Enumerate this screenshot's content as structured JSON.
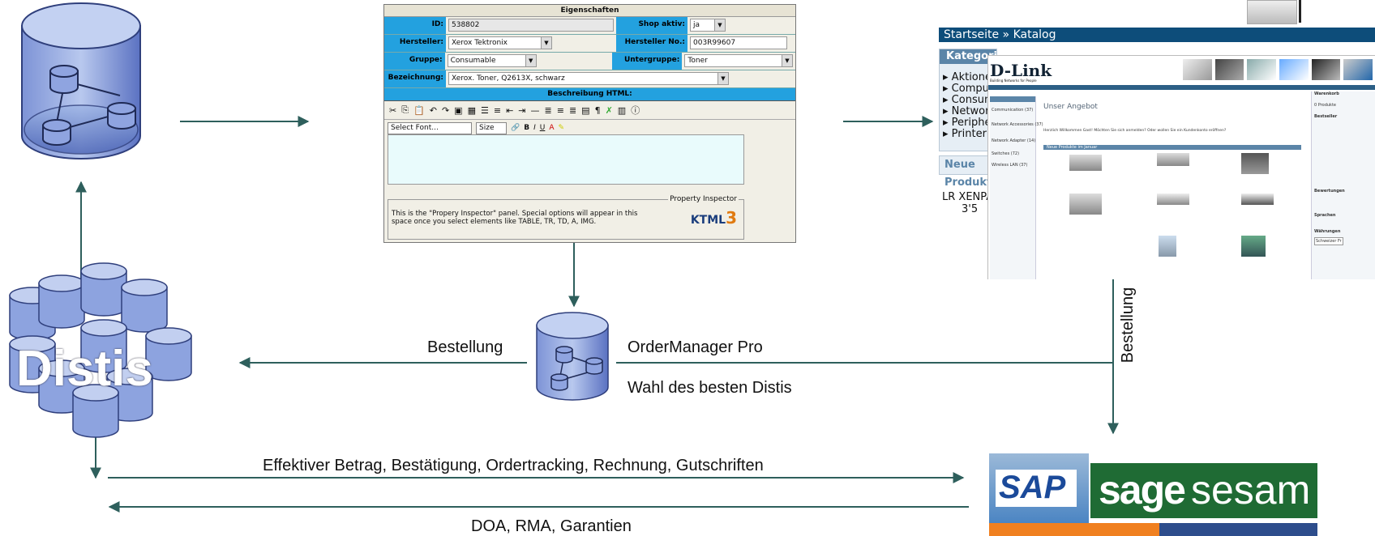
{
  "labels": {
    "distis": "Distis",
    "bestellung_left": "Bestellung",
    "ordermanager": "OrderManager Pro",
    "wahl": "Wahl des besten Distis",
    "bestellung_vertical": "Bestellung",
    "effektiver": "Effektiver Betrag, Bestätigung, Ordertracking, Rechnung, Gutschriften",
    "doa": "DOA, RMA, Garantien"
  },
  "panel": {
    "title": "Eigenschaften",
    "id_label": "ID:",
    "id_value": "538802",
    "shop_label": "Shop aktiv:",
    "shop_value": "ja",
    "hersteller_label": "Hersteller:",
    "hersteller_value": "Xerox Tektronix",
    "herstellerno_label": "Hersteller No.:",
    "herstellerno_value": "003R99607",
    "gruppe_label": "Gruppe:",
    "gruppe_value": "Consumable",
    "untergruppe_label": "Untergruppe:",
    "untergruppe_value": "Toner",
    "bezeichnung_label": "Bezeichnung:",
    "bezeichnung_value": "Xerox. Toner, Q2613X, schwarz",
    "beschreibung": "Beschreibung HTML:",
    "font_select": "Select Font...",
    "size_select": "Size",
    "inspector_title": "Property Inspector",
    "inspector_text": "This is the \"Propery Inspector\" panel. Special options will appear in this space once you select elements like TABLE, TR, TD, A, IMG.",
    "ktml_logo": "KTML",
    "ktml_version": "3"
  },
  "website": {
    "breadcrumb": "Startseite » Katalog",
    "kategorien": "Kategorien",
    "categories": [
      "Aktionen",
      "Computer",
      "Consumables",
      "Networking",
      "Peripherie",
      "Printer"
    ],
    "neue": "Neue Produkte",
    "product_line1": "LR XENPAK",
    "product_line2": "3'5",
    "dlink": "D-Link",
    "dlink_sub": "Building Networks for People",
    "unser_angebot": "Unser Angebot",
    "welcome": "Herzlich Willkommen Gast! Möchten Sie sich anmelden? Oder wollen Sie ein Kundenkonto eröffnen?",
    "neue_produkte_im": "Neue Produkte im Januar",
    "inner_categories": [
      "Communication (37)",
      "Network Accessories (37)",
      "Network Adapter (14)",
      "Switches (72)",
      "Wireless LAN (37)"
    ],
    "warenkorb": "Warenkorb",
    "products_count": "0 Produkte",
    "bestseller": "Bestseller",
    "bewertungen": "Bewertungen",
    "sprachen": "Sprachen",
    "waehrungen": "Währungen",
    "currency": "Schweizer Fr"
  },
  "logos": {
    "sap": "SAP",
    "sage": "sage",
    "sesam": "sesam"
  }
}
